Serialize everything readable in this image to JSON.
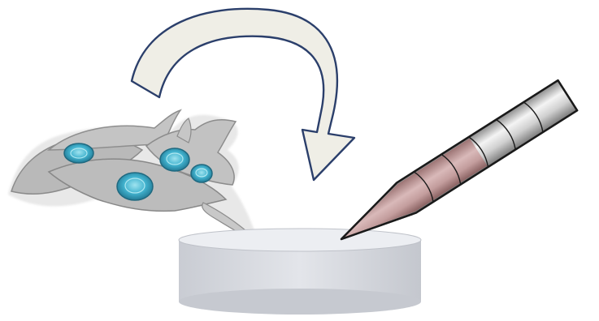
{
  "figure": {
    "background": "#ffffff",
    "elements": [
      {
        "name": "curved-arrow-icon",
        "role": "transfer arrow from cells to dish",
        "fill": "#efeee6",
        "stroke": "#2b3f6b"
      },
      {
        "name": "cell-cluster",
        "role": "adherent cells with nuclei",
        "cytoplasm": "#bdbdbd",
        "nucleus": "#3ea6c4"
      },
      {
        "name": "culture-dish",
        "role": "petri dish",
        "fill": "#d6d8dd"
      },
      {
        "name": "pipette-tip-icon",
        "role": "pipette tip with liquid",
        "tube": "#c9c9c9",
        "liquid": "#b88e8e"
      }
    ]
  }
}
